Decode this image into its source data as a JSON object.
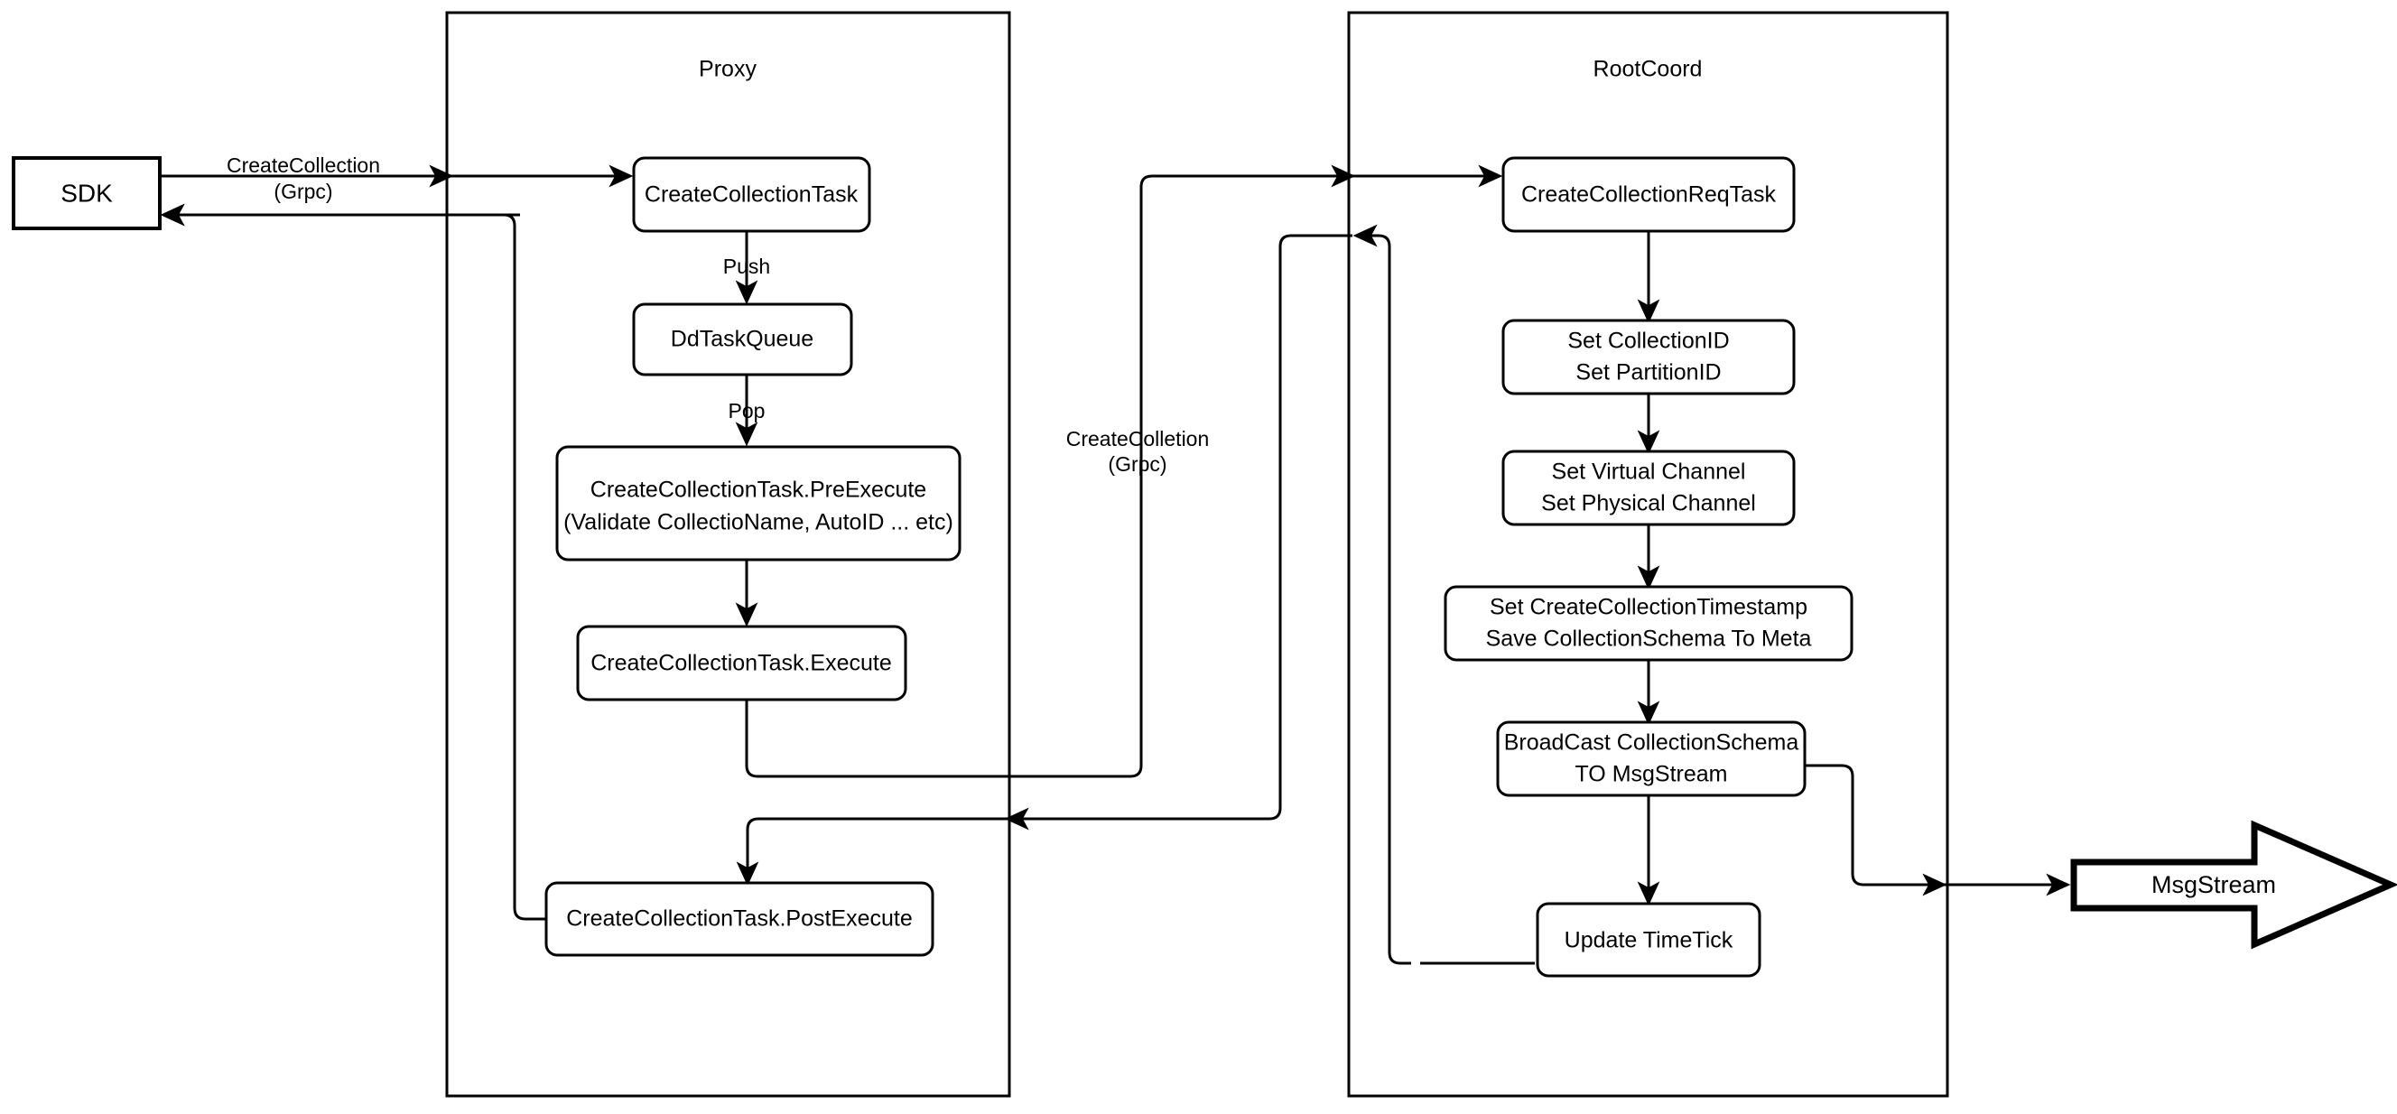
{
  "diagram": {
    "title": "CreateCollection flow",
    "background": "#ffffff",
    "stroke_color": "#000000"
  },
  "containers": [
    {
      "id": "proxy",
      "label": "Proxy"
    },
    {
      "id": "rootcoord",
      "label": "RootCoord"
    }
  ],
  "external_nodes": [
    {
      "id": "sdk",
      "label": "SDK",
      "shape": "rect"
    },
    {
      "id": "msgstream",
      "label": "MsgStream",
      "shape": "block-arrow"
    }
  ],
  "proxy_nodes": [
    {
      "id": "create-collection-task",
      "label": "CreateCollectionTask"
    },
    {
      "id": "dd-task-queue",
      "label": "DdTaskQueue"
    },
    {
      "id": "pre-execute",
      "line1": "CreateCollectionTask.PreExecute",
      "line2": "(Validate CollectioName, AutoID ... etc)"
    },
    {
      "id": "execute",
      "label": "CreateCollectionTask.Execute"
    },
    {
      "id": "post-execute",
      "label": "CreateCollectionTask.PostExecute"
    }
  ],
  "rootcoord_nodes": [
    {
      "id": "create-collection-req-task",
      "label": "CreateCollectionReqTask"
    },
    {
      "id": "set-ids",
      "line1": "Set CollectionID",
      "line2": "Set PartitionID"
    },
    {
      "id": "set-channels",
      "line1": "Set Virtual Channel",
      "line2": "Set Physical Channel"
    },
    {
      "id": "save-meta",
      "line1": "Set CreateCollectionTimestamp",
      "line2": "Save CollectionSchema To Meta"
    },
    {
      "id": "broadcast",
      "line1": "BroadCast CollectionSchema",
      "line2": "TO MsgStream"
    },
    {
      "id": "update-timetick",
      "label": "Update TimeTick"
    }
  ],
  "edge_labels": {
    "sdk_to_proxy_l1": "CreateCollection",
    "sdk_to_proxy_l2": "(Grpc)",
    "push": "Push",
    "pop": "Pop",
    "proxy_to_rootcoord_l1": "CreateColletion",
    "proxy_to_rootcoord_l2": "(Grpc)"
  }
}
